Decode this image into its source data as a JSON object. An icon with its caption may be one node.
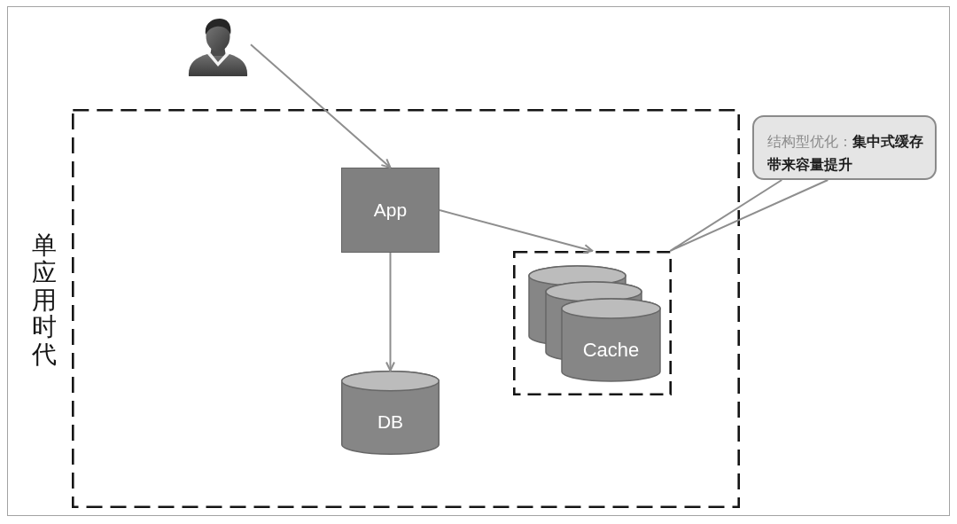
{
  "diagram": {
    "nodes": [
      {
        "text": [],
        "shape": "person"
      },
      {
        "text": [
          "单应用时代"
        ]
      },
      {
        "text": [
          "App"
        ],
        "in": 1
      },
      {
        "text": [
          "DB"
        ],
        "in": 1
      },
      {
        "text": [],
        "shape": "box",
        "in": 1
      },
      {
        "text": [
          "Cache"
        ],
        "in": 4
      },
      {
        "text": [
          "结构型优化：**集中式缓存带来容量提升**"
        ]
      }
    ],
    "edges": [
      {
        "from": 0,
        "to": 2,
        "arrow": "to"
      },
      {
        "from": 2,
        "to": 4,
        "arrow": "to"
      },
      {
        "from": 2,
        "to": 3,
        "arrow": "to"
      },
      {
        "from": 6,
        "to": 4,
        "arrow": "none"
      }
    ]
  }
}
